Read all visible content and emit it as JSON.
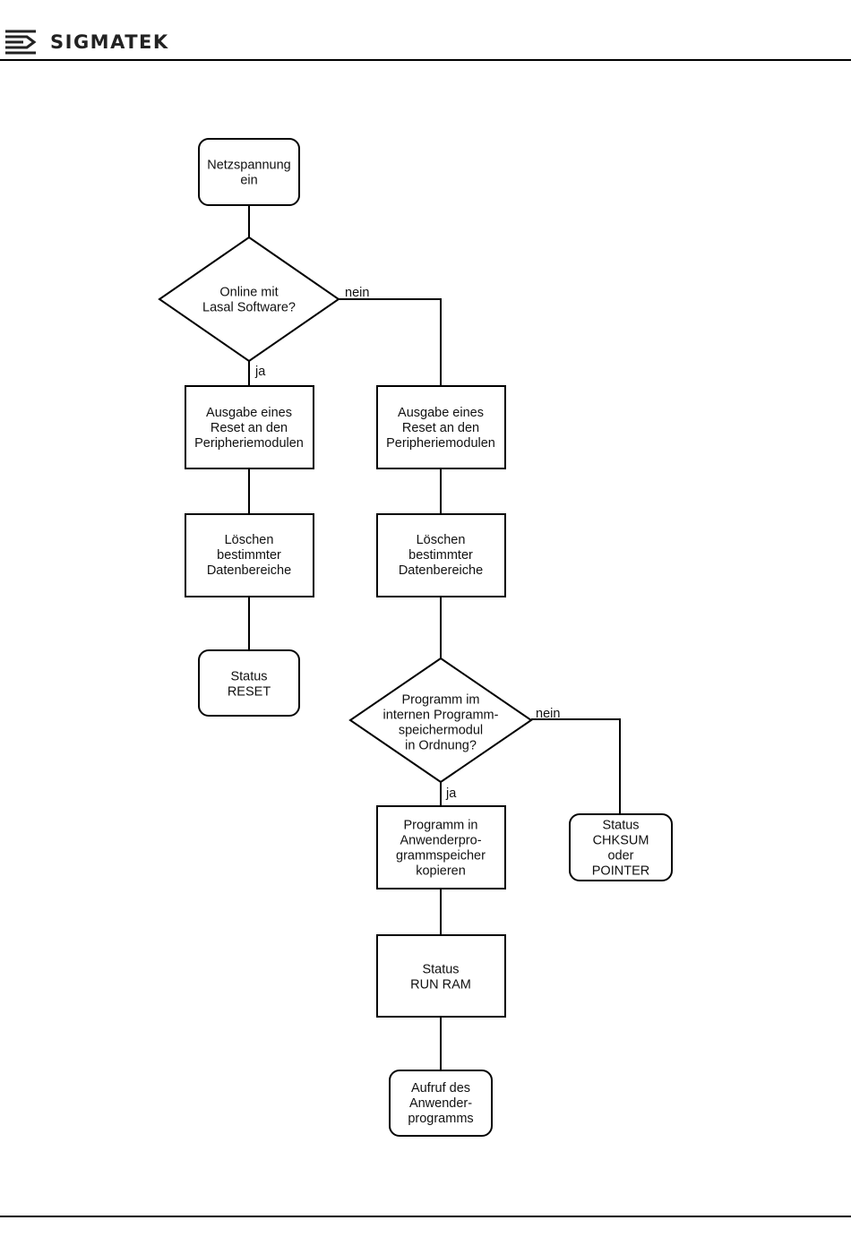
{
  "header": {
    "brand": "SIGMATEK",
    "logo_icon": "sigmatek-logo-icon"
  },
  "flowchart": {
    "nodes": {
      "start": [
        "Netzspannung",
        "ein"
      ],
      "decision_online": [
        "Online mit",
        "Lasal Software?"
      ],
      "reset_left": [
        "Ausgabe eines",
        "Reset an den",
        "Peripheriemodulen"
      ],
      "reset_right": [
        "Ausgabe eines",
        "Reset an den",
        "Peripheriemodulen"
      ],
      "clear_left": [
        "Löschen",
        "bestimmter",
        "Datenbereiche"
      ],
      "clear_right": [
        "Löschen",
        "bestimmter",
        "Datenbereiche"
      ],
      "status_reset": [
        "Status",
        "RESET"
      ],
      "decision_program": [
        "Programm im",
        "internen Programm-",
        "speichermodul",
        "in Ordnung?"
      ],
      "copy_program": [
        "Programm in",
        "Anwenderpro-",
        "grammspeicher",
        "kopieren"
      ],
      "status_chksum": [
        "Status",
        "CHKSUM",
        "oder",
        "POINTER"
      ],
      "status_run_ram": [
        "Status",
        "RUN RAM"
      ],
      "call_program": [
        "Aufruf des",
        "Anwender-",
        "programms"
      ]
    },
    "edge_labels": {
      "online_no": "nein",
      "online_yes": "ja",
      "program_no": "nein",
      "program_yes": "ja"
    }
  }
}
